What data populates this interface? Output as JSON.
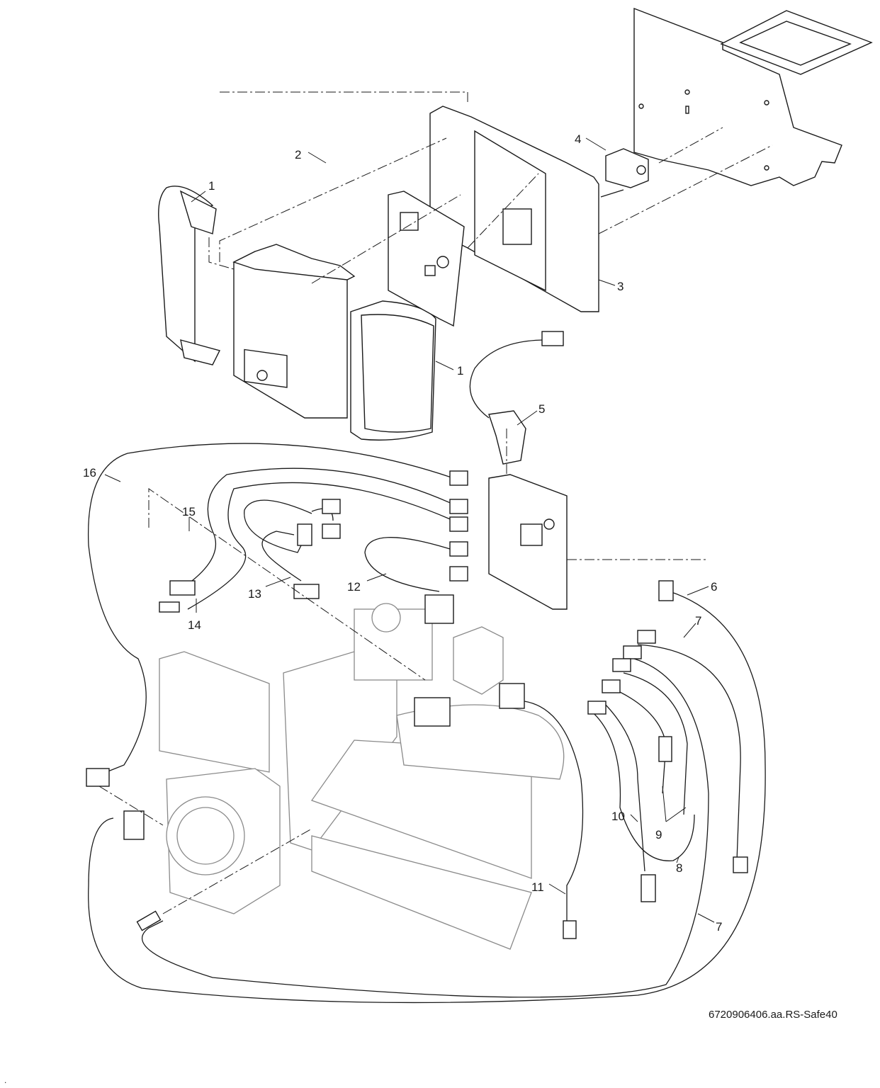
{
  "diagram": {
    "caption": "6720906406.aa.RS-Safe40",
    "mark": ".",
    "callouts": [
      {
        "label": "1"
      },
      {
        "label": "2"
      },
      {
        "label": "3"
      },
      {
        "label": "4"
      },
      {
        "label": "5"
      },
      {
        "label": "1"
      },
      {
        "label": "16"
      },
      {
        "label": "15"
      },
      {
        "label": "13"
      },
      {
        "label": "12"
      },
      {
        "label": "14"
      },
      {
        "label": "6"
      },
      {
        "label": "7"
      },
      {
        "label": "10"
      },
      {
        "label": "9"
      },
      {
        "label": "8"
      },
      {
        "label": "11"
      },
      {
        "label": "7"
      }
    ]
  }
}
